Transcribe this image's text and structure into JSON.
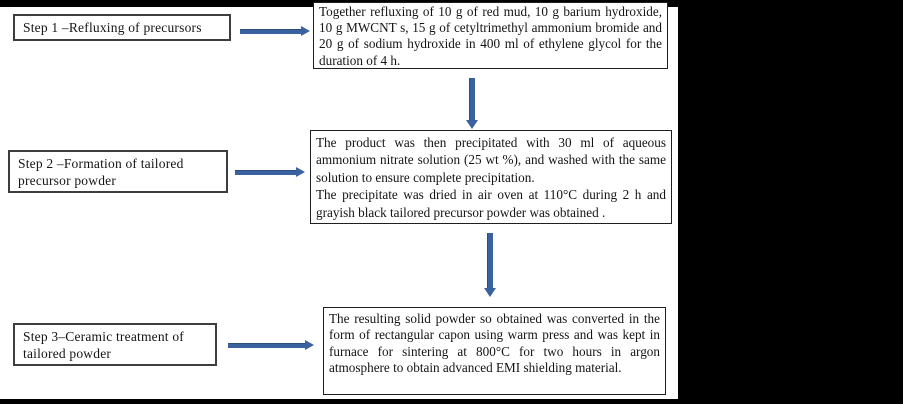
{
  "diagram": {
    "type": "flowchart",
    "colors": {
      "arrow": "#3a62a0",
      "step_box_border": "#3d3d3d",
      "detail_box_border": "#1f1f1f",
      "background": "#ffffff",
      "frame": "#000000"
    },
    "steps": [
      {
        "id": 1,
        "label_lines": [
          "Step 1 –Refluxing of  precursors"
        ],
        "details": [
          "Together refluxing of 10 g of red mud, 10 g barium hydroxide, 10 g MWCNT s, 15 g of cetyltrimethyl ammonium bromide and 20 g of sodium hydroxide in 400 ml of ethylene glycol for the duration of 4 h."
        ]
      },
      {
        "id": 2,
        "label_lines": [
          "Step 2 –Formation  of  tailored",
          "precursor  powder"
        ],
        "details": [
          "The product was then precipitated with 30 ml of aqueous ammonium nitrate solution (25 wt %), and washed with the same solution to ensure complete precipitation.",
          "The precipitate was dried in air oven at 110°C during 2 h  and grayish black  tailored  precursor powder was obtained ."
        ]
      },
      {
        "id": 3,
        "label_lines": [
          "Step 3–Ceramic treatment  of",
          "tailored powder"
        ],
        "details": [
          "The resulting solid powder so obtained was converted in the form of  rectangular capon  using warm press and was kept in furnace for sintering at 800°C for two hours in argon atmosphere to obtain  advanced EMI shielding material."
        ]
      }
    ]
  }
}
